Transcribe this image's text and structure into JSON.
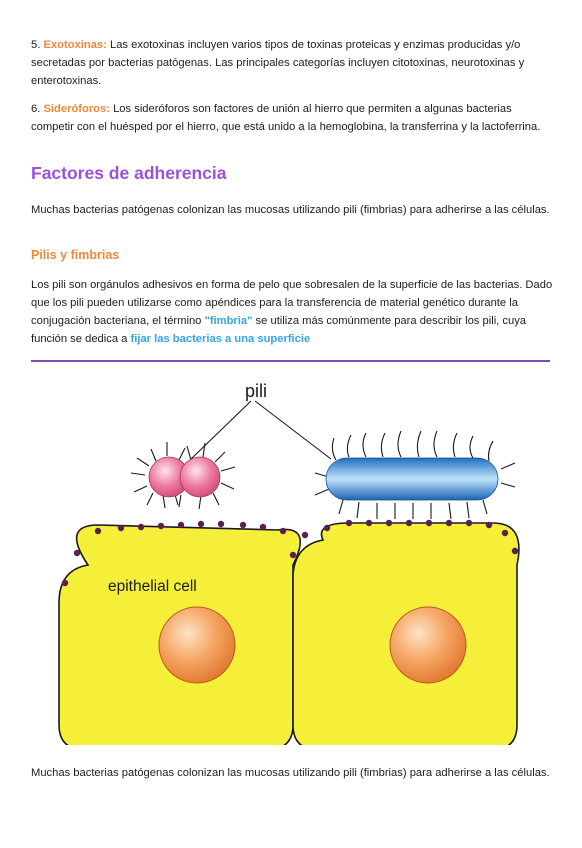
{
  "item5": {
    "number": "5.",
    "term": "Exotoxinas:",
    "text": "Las exotoxinas incluyen varios tipos de toxinas proteicas y enzimas producidas y/o secretadas por bacterias patógenas. Las principales categorías incluyen citotoxinas, neurotoxinas y enterotoxinas."
  },
  "item6": {
    "number": "6.",
    "term": "Sideróforos:",
    "text": "Los sideróforos son factores de unión al hierro que permiten a algunas bacterias competir con el huésped por el hierro, que está unido a la hemoglobina, la transferrina y la lactoferrina."
  },
  "heading": "Factores de adherencia",
  "intro": "Muchas bacterias patógenas colonizan las mucosas utilizando pili (fimbrias) para adherirse a las células.",
  "subheading": "Pilis y fimbrias",
  "pili_paragraph": {
    "before": "Los pili son orgánulos adhesivos en forma de pelo que sobresalen de la superficie de las bacterias. Dado que los pili pueden utilizarse como apéndices para la transferencia de material genético durante la conjugación bacteriana, el término",
    "quoted_term": "\"fimbria\"",
    "middle": "se utiliza más comúnmente para describir los pili, cuya función se dedica a",
    "link": "fijar las bacterias a una superficie"
  },
  "figure": {
    "label_pili": "pili",
    "label_epithelial": "epithelial cell",
    "colors": {
      "cell": "#f6ef3a",
      "nucleus": "#f0883a",
      "cocci": "#e8608a",
      "bacillus": "#2f86d6",
      "receptor": "#5a1f4a"
    }
  },
  "caption": "Muchas bacterias patógenas colonizan las mucosas utilizando pili (fimbrias) para adherirse a las células."
}
